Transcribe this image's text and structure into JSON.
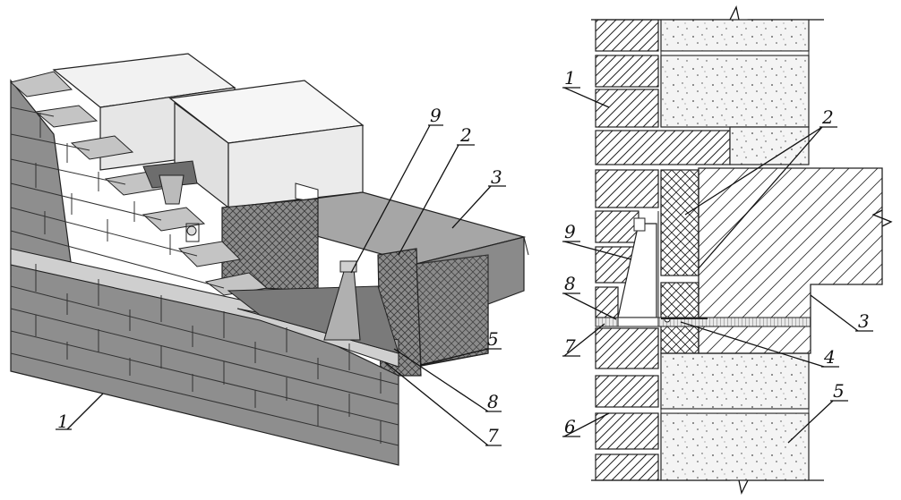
{
  "figure": {
    "left_view": {
      "callouts": [
        {
          "id": "l1",
          "text": "1"
        },
        {
          "id": "l9",
          "text": "9"
        },
        {
          "id": "l2",
          "text": "2"
        },
        {
          "id": "l3",
          "text": "3"
        },
        {
          "id": "l5",
          "text": "5"
        },
        {
          "id": "l8",
          "text": "8"
        },
        {
          "id": "l7",
          "text": "7"
        }
      ]
    },
    "right_view": {
      "callouts": [
        {
          "id": "r1",
          "text": "1"
        },
        {
          "id": "r2",
          "text": "2"
        },
        {
          "id": "r9",
          "text": "9"
        },
        {
          "id": "r8",
          "text": "8"
        },
        {
          "id": "r3",
          "text": "3"
        },
        {
          "id": "r7",
          "text": "7"
        },
        {
          "id": "r4",
          "text": "4"
        },
        {
          "id": "r5",
          "text": "5"
        },
        {
          "id": "r6",
          "text": "6"
        }
      ]
    }
  },
  "colors": {
    "brick_face": "#8a8a8a",
    "brick_top": "#bdbdbd",
    "block": "#ededed",
    "slab": "#a8a8a8",
    "insulation": "#9a9a9a",
    "line": "#111111"
  }
}
